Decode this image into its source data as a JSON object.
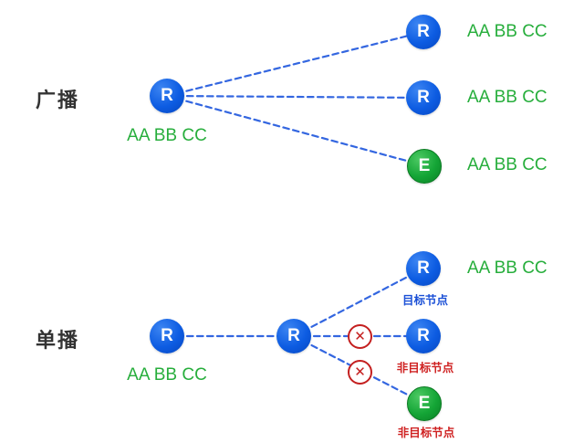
{
  "diagram_title": "broadcast-vs-unicast",
  "colors": {
    "node_blue": "#0d5ce2",
    "node_green": "#14a536",
    "link_blue": "#3366e0",
    "address_green": "#27ae3c",
    "target_tag_blue": "#1a4fd6",
    "nontarget_tag_red": "#cf2121",
    "section_title_black": "#333333"
  },
  "sections": [
    {
      "id": "broadcast",
      "title": "广播",
      "source": {
        "letter": "R",
        "label": "AA BB CC"
      },
      "targets": [
        {
          "letter": "R",
          "label": "AA BB CC"
        },
        {
          "letter": "R",
          "label": "AA BB CC"
        },
        {
          "letter": "E",
          "label": "AA BB CC"
        }
      ]
    },
    {
      "id": "unicast",
      "title": "单播",
      "source": {
        "letter": "R",
        "label": "AA BB CC"
      },
      "relay": {
        "letter": "R"
      },
      "blocked_symbol": "✕",
      "targets": [
        {
          "letter": "R",
          "label": "AA BB CC",
          "tag": "目标节点"
        },
        {
          "letter": "R",
          "tag": "非目标节点"
        },
        {
          "letter": "E",
          "tag": "非目标节点"
        }
      ]
    }
  ]
}
